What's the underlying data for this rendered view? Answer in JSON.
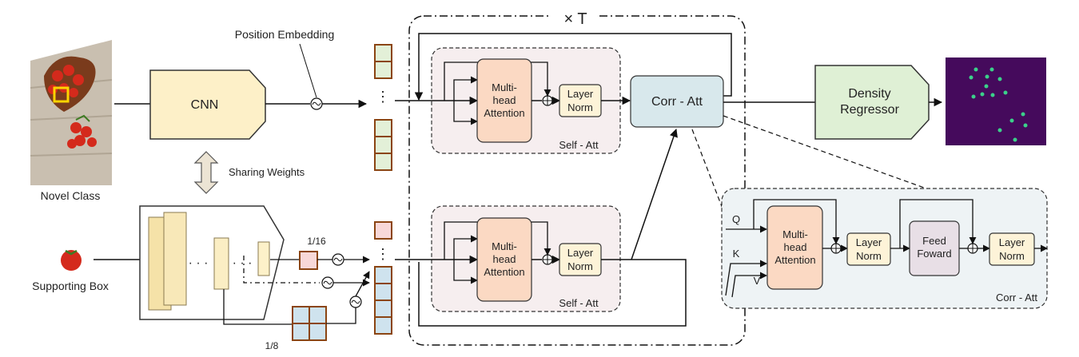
{
  "labels": {
    "novel_class": "Novel Class",
    "supporting_box": "Supporting Box",
    "cnn": "CNN",
    "position_embedding": "Position Embedding",
    "sharing_weights": "Sharing Weights",
    "scale_16": "1/16",
    "scale_8": "1/8",
    "times_t": "× T",
    "mha_line1": "Multi-",
    "mha_line2": "head",
    "mha_line3": "Attention",
    "layer": "Layer",
    "norm": "Norm",
    "self_att": "Self - Att",
    "corr_att": "Corr - Att",
    "density_line1": "Density",
    "density_line2": "Regressor",
    "q": "Q",
    "k": "K",
    "v": "V",
    "feed": "Feed",
    "foward": "Foward"
  },
  "colors": {
    "cnn_fill": "#fdf0c8",
    "token_fill": "#e3f0d8",
    "token_border": "#8b4513",
    "support_fill": "#f8d8d8",
    "support_token_fill": "#cfe3ee",
    "mha_fill": "#fbd9c3",
    "layernorm_fill": "#fdf3d8",
    "selfatt_bg": "#f6eeef",
    "corratt_fill": "#d8e8ec",
    "corr_detail_bg": "#eef3f5",
    "feed_fill": "#e8dfe6",
    "density_fill": "#dff0d5",
    "density_map": "#450a5c"
  }
}
